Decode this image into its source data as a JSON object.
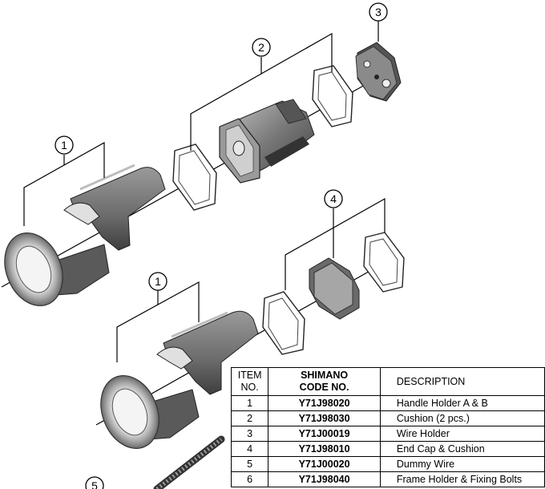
{
  "callouts": [
    "1",
    "2",
    "3",
    "4",
    "1",
    "5"
  ],
  "table": {
    "headers": {
      "item_line1": "ITEM",
      "item_line2": "NO.",
      "code_line1": "SHIMANO",
      "code_line2": "CODE NO.",
      "description": "DESCRIPTION"
    },
    "rows": [
      {
        "item": "1",
        "code": "Y71J98020",
        "description": "Handle Holder A & B"
      },
      {
        "item": "2",
        "code": "Y71J98030",
        "description": "Cushion (2 pcs.)"
      },
      {
        "item": "3",
        "code": "Y71J00019",
        "description": "Wire Holder"
      },
      {
        "item": "4",
        "code": "Y71J98010",
        "description": "End Cap & Cushion"
      },
      {
        "item": "5",
        "code": "Y71J00020",
        "description": "Dummy Wire"
      },
      {
        "item": "6",
        "code": "Y71J98040",
        "description": "Frame Holder & Fixing Bolts"
      }
    ]
  }
}
